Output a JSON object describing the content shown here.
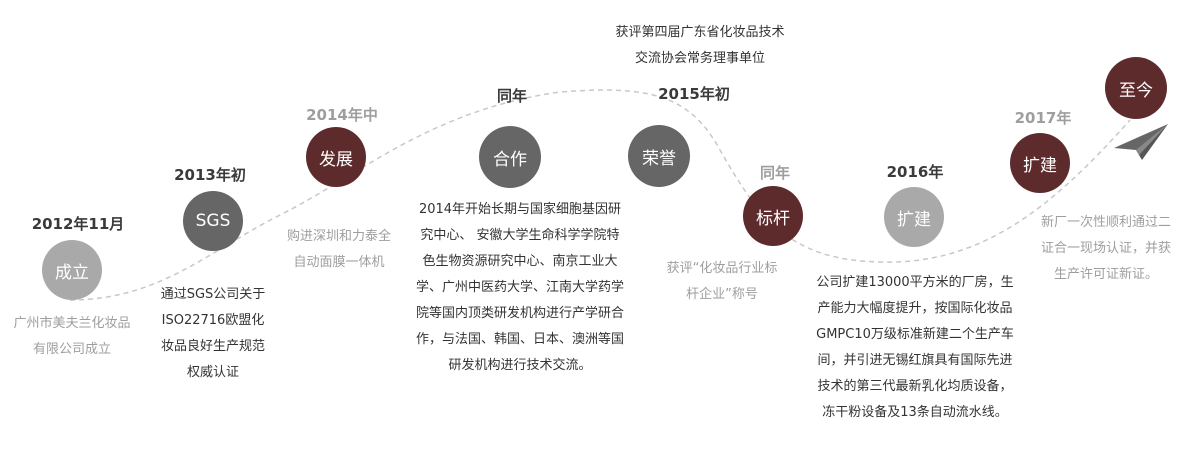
{
  "milestones": [
    {
      "year": "2012年11月",
      "title": "成立",
      "desc": "广州市美夫兰化妆品有限公司成立"
    },
    {
      "year": "2013年初",
      "title": "SGS",
      "desc": "通过SGS公司关于ISO22716欧盟化妆品良好生产规范权威认证"
    },
    {
      "year": "2014年中",
      "title": "发展",
      "desc": "购进深圳和力泰全自动面膜一体机"
    },
    {
      "year": "同年",
      "title": "合作",
      "desc": "2014年开始长期与国家细胞基因研究中心、 安徽大学生命科学学院特色生物资源研究中心、南京工业大学、广州中医药大学、江南大学药学院等国内顶类研发机构进行产学研合作，与法国、韩国、日本、澳洲等国研发机构进行技术交流。"
    },
    {
      "year": "2015年初",
      "title": "荣誉",
      "desc": "获评第四届广东省化妆品技术交流协会常务理事单位"
    },
    {
      "year": "同年",
      "title": "标杆",
      "desc": "获评“化妆品行业标杆企业”称号"
    },
    {
      "year": "2016年",
      "title": "扩建",
      "desc": "公司扩建13000平方米的厂房，生产能力大幅度提升，按国际化妆品GMPC10万级标准新建二个生产车间，并引进无锡红旗具有国际先进技术的第三代最新乳化均质设备，冻干粉设备及13条自动流水线。"
    },
    {
      "year": "2017年",
      "title": "扩建",
      "desc": "新厂一次性顺利通过二证合一现场认证，并获生产许可证新证。"
    },
    {
      "year": "",
      "title": "至今",
      "desc": ""
    }
  ],
  "icons": {
    "end": "paper-plane-icon"
  },
  "colors": {
    "maroon": "#5e2b2d",
    "gray": "#666666",
    "light": "#a9a9a9"
  }
}
